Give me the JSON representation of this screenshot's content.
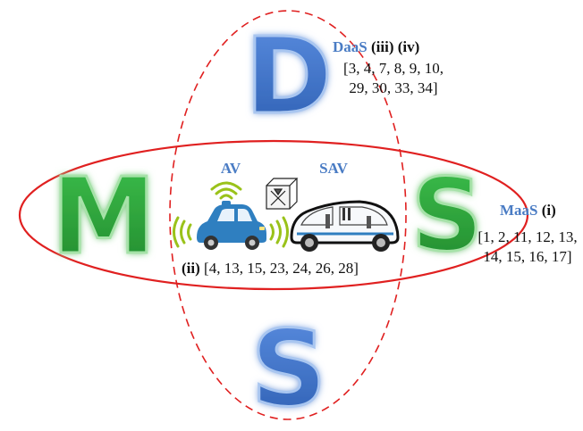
{
  "letters": {
    "top": "D",
    "left": "M",
    "right": "S",
    "bottom": "S"
  },
  "vehicles": {
    "av_label": "AV",
    "sav_label": "SAV"
  },
  "daas": {
    "name": "DaaS",
    "tags": "(iii) (iv)",
    "refs_line1": "[3, 4, 7, 8, 9, 10,",
    "refs_line2": "29, 30, 33, 34]"
  },
  "maas": {
    "name": "MaaS",
    "tag": "(i)",
    "refs_line1": "[1, 2, 11, 12, 13,",
    "refs_line2": "14, 15, 16, 17]"
  },
  "av_refs": {
    "tag": "(ii)",
    "refs": "[4, 13, 15, 23, 24, 26, 28]"
  },
  "colors": {
    "ellipse_stroke": "#e02020",
    "letter_blue": "#3b6fc4",
    "letter_green": "#2e9e3a",
    "label_blue": "#4a7cc4",
    "wifi_green": "#9ac21a",
    "car_blue": "#2f7fc0"
  }
}
